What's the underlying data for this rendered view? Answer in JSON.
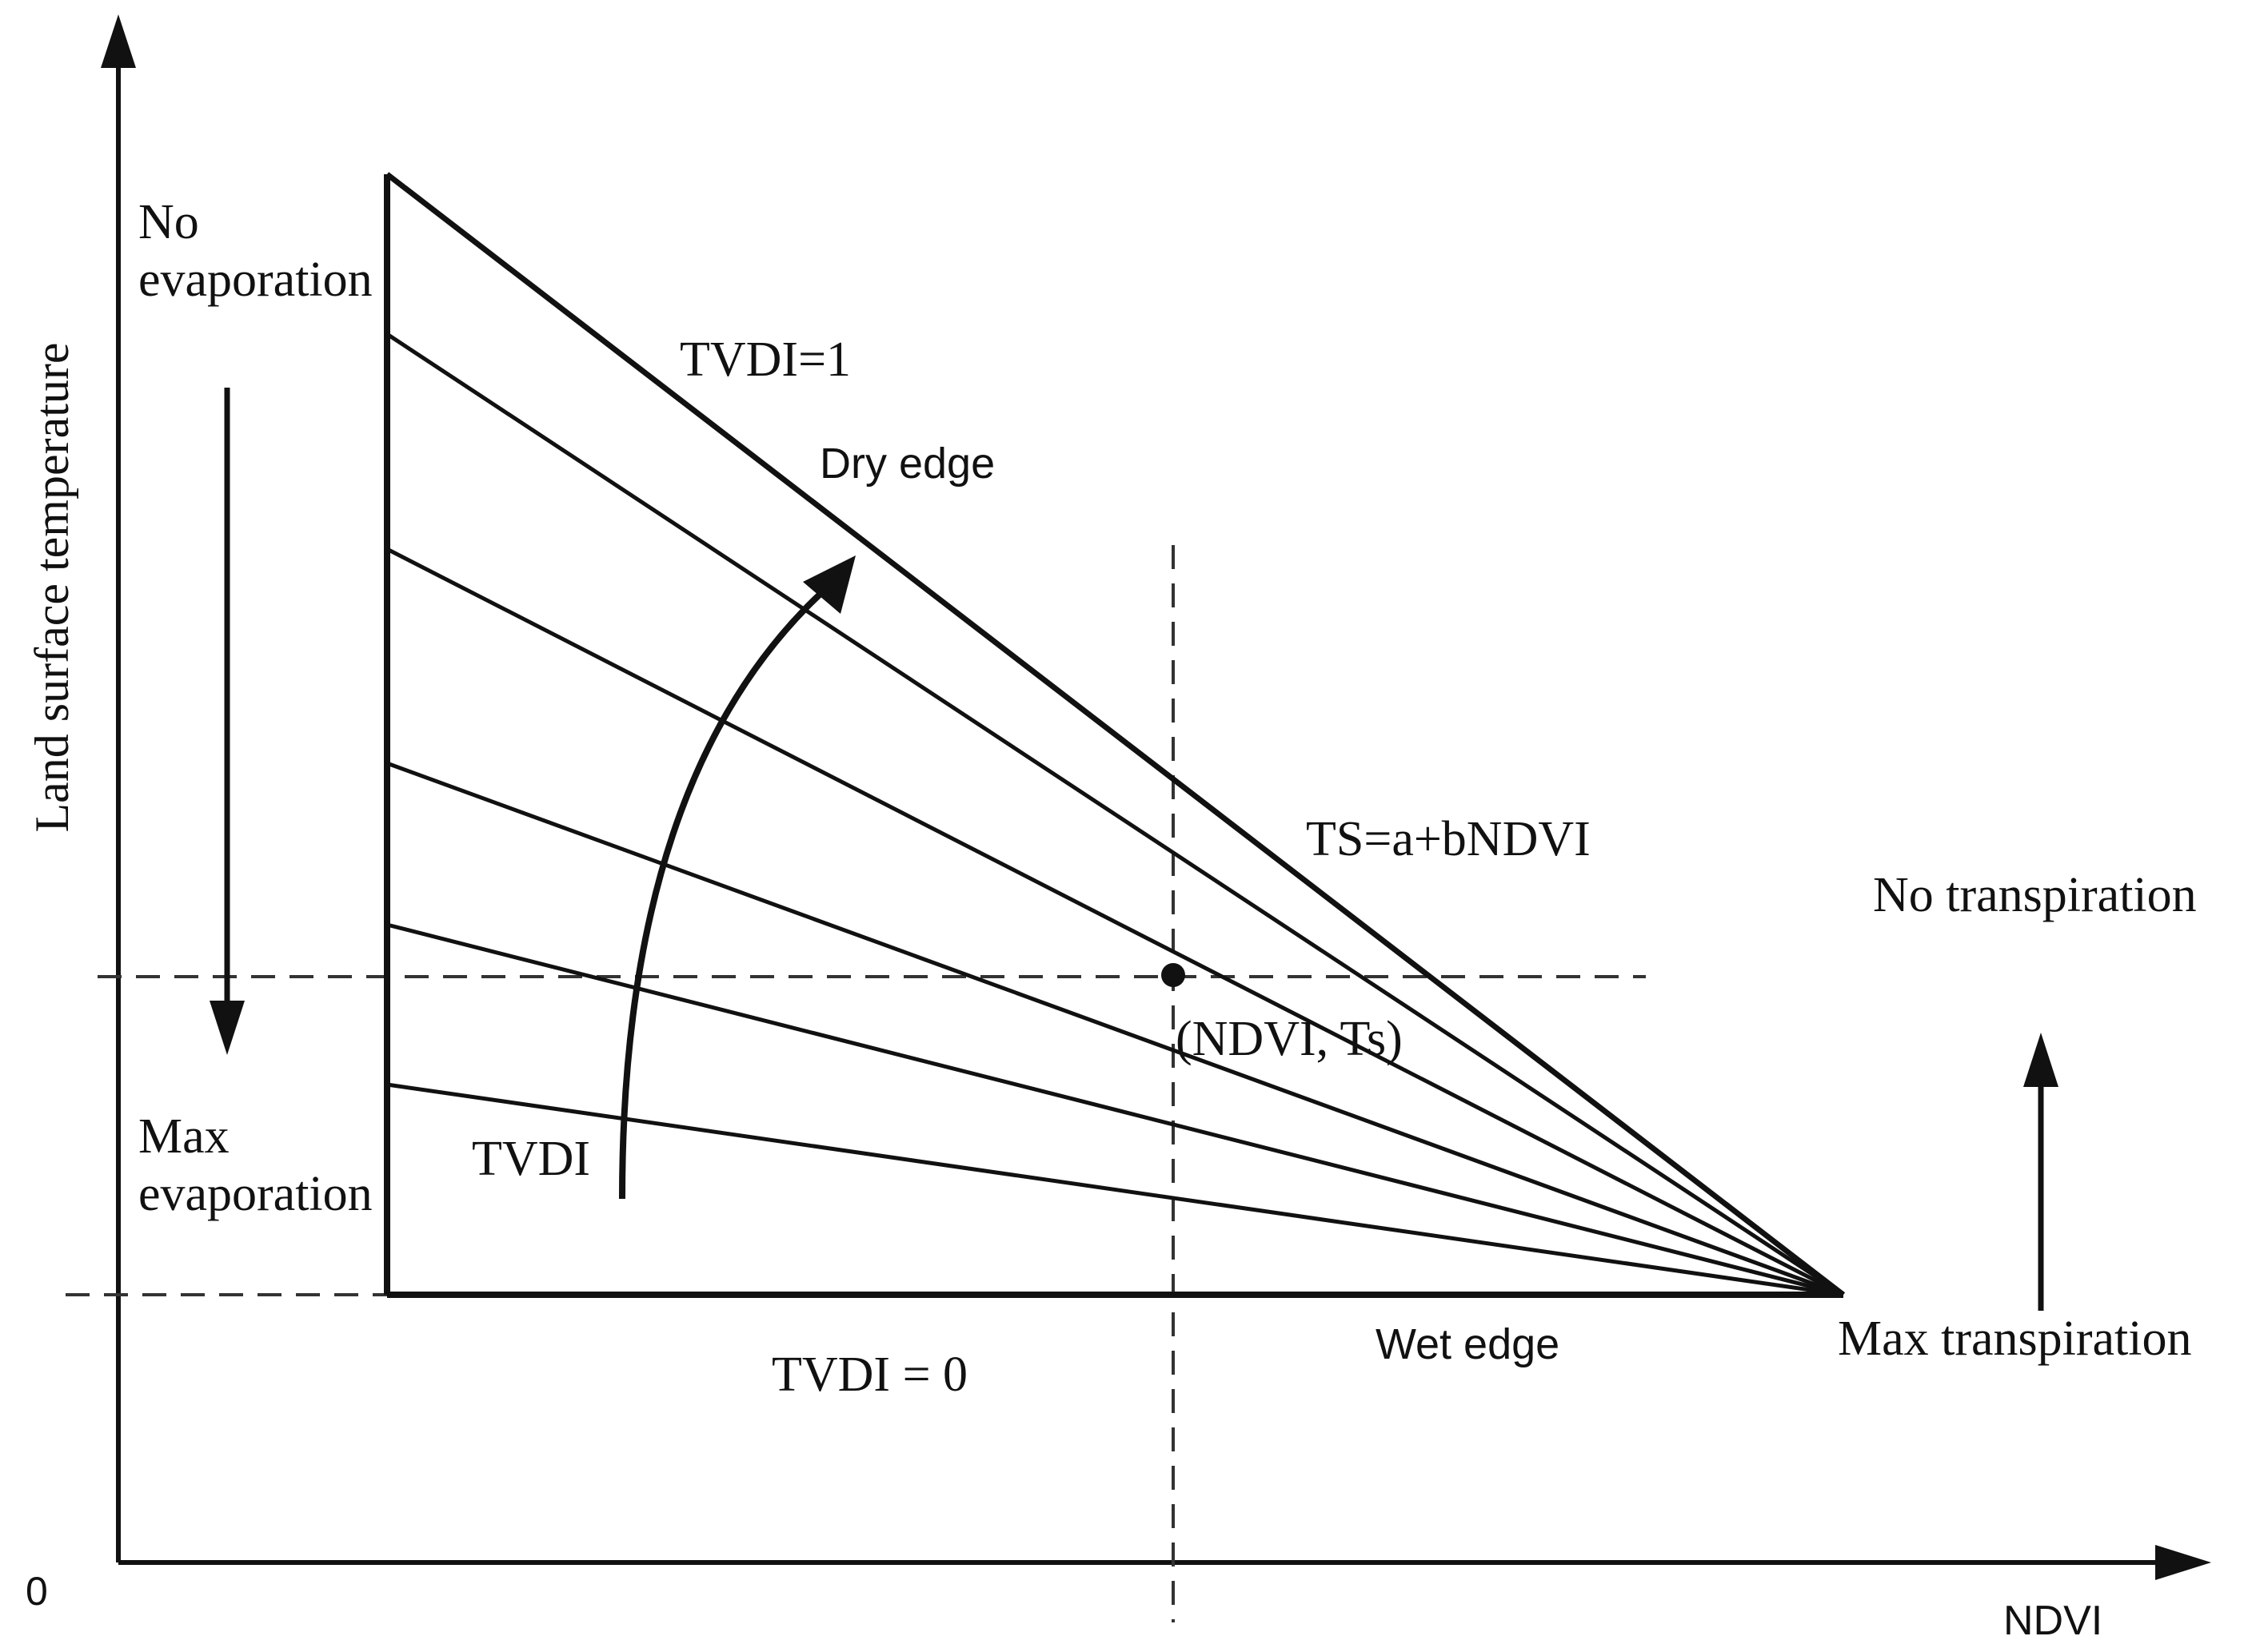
{
  "diagram": {
    "y_axis_label": "Land surface temperature",
    "x_axis_label": "NDVI",
    "origin_label": "0",
    "labels": {
      "no_evaporation": [
        "No",
        "evaporation"
      ],
      "max_evaporation": [
        "Max",
        "evaporation"
      ],
      "tvdi_one": "TVDI=1",
      "dry_edge": "Dry edge",
      "ts_formula": "TS=a+bNDVI",
      "no_transpiration": "No transpiration",
      "point_label": "(NDVI, Ts)",
      "tvdi_arrow": "TVDI",
      "tvdi_zero": "TVDI = 0",
      "wet_edge": "Wet edge",
      "max_transpiration": "Max transpiration"
    }
  }
}
